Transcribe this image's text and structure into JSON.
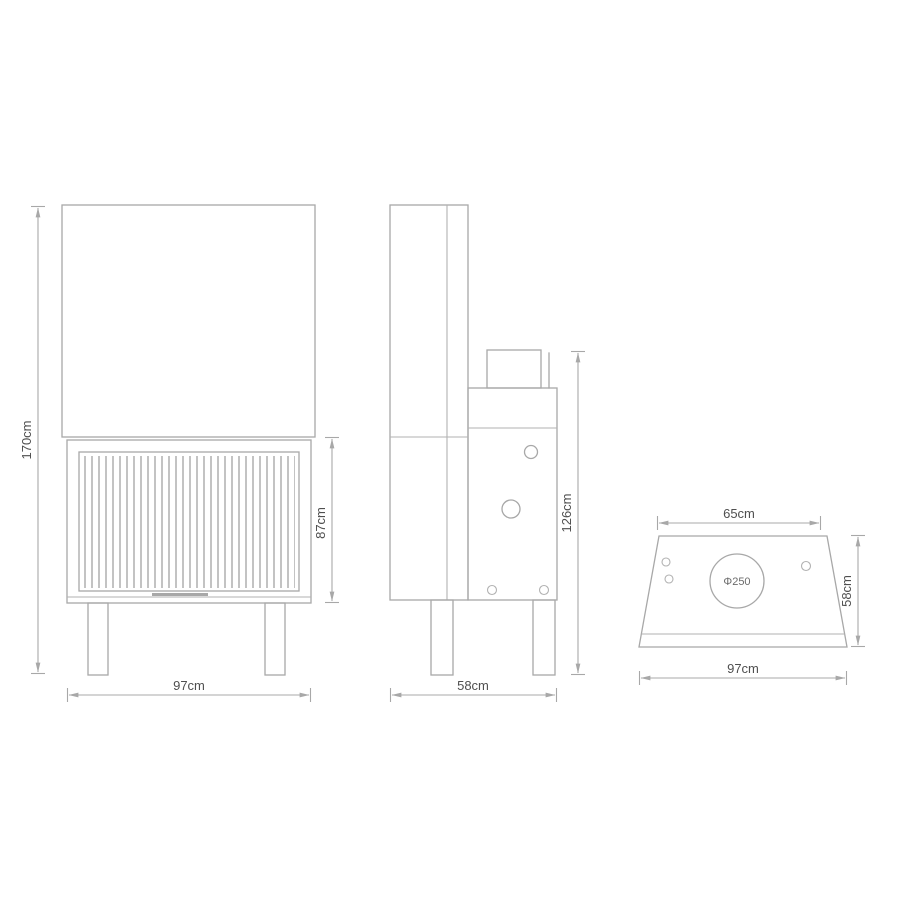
{
  "drawing": {
    "type": "technical-drawing",
    "subject": "fireplace insert three-view dimensioned drawing",
    "line_color": "#a8a8a8",
    "text_color": "#4f4f4f",
    "views": {
      "front": {
        "name": "front-view",
        "dimensions": {
          "overall_height": "170cm",
          "firebox_height": "87cm",
          "overall_width": "97cm"
        }
      },
      "side": {
        "name": "side-view",
        "dimensions": {
          "height": "126cm",
          "depth": "58cm"
        }
      },
      "top": {
        "name": "top-view",
        "dimensions": {
          "top_width": "65cm",
          "depth": "58cm",
          "bottom_width": "97cm"
        },
        "flue_diameter": "Φ250"
      }
    }
  }
}
